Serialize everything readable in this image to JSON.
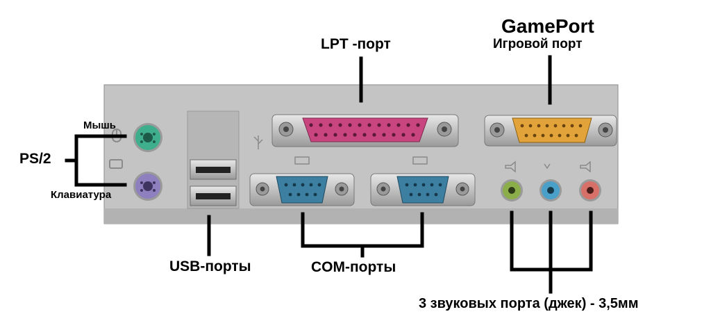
{
  "labels": {
    "lpt": "LPT -порт",
    "gameport_en": "GamePort",
    "gameport_ru": "Игровой порт",
    "mouse": "Мышь",
    "ps2": "PS/2",
    "keyboard": "Клавиатура",
    "usb": "USB-порты",
    "com": "COM-порты",
    "audio": "3 звуковых порта (джек) - 3,5мм"
  },
  "colors": {
    "panel": "#c4c4c4",
    "ps2_mouse": "#3fae8c",
    "ps2_keyboard": "#8e7fbe",
    "lpt_port": "#c8457f",
    "com_port": "#3d7fa0",
    "game_port": "#e2a43a",
    "audio_green": "#8cae4a",
    "audio_blue": "#4aa0c8",
    "audio_pink": "#d8706a"
  }
}
